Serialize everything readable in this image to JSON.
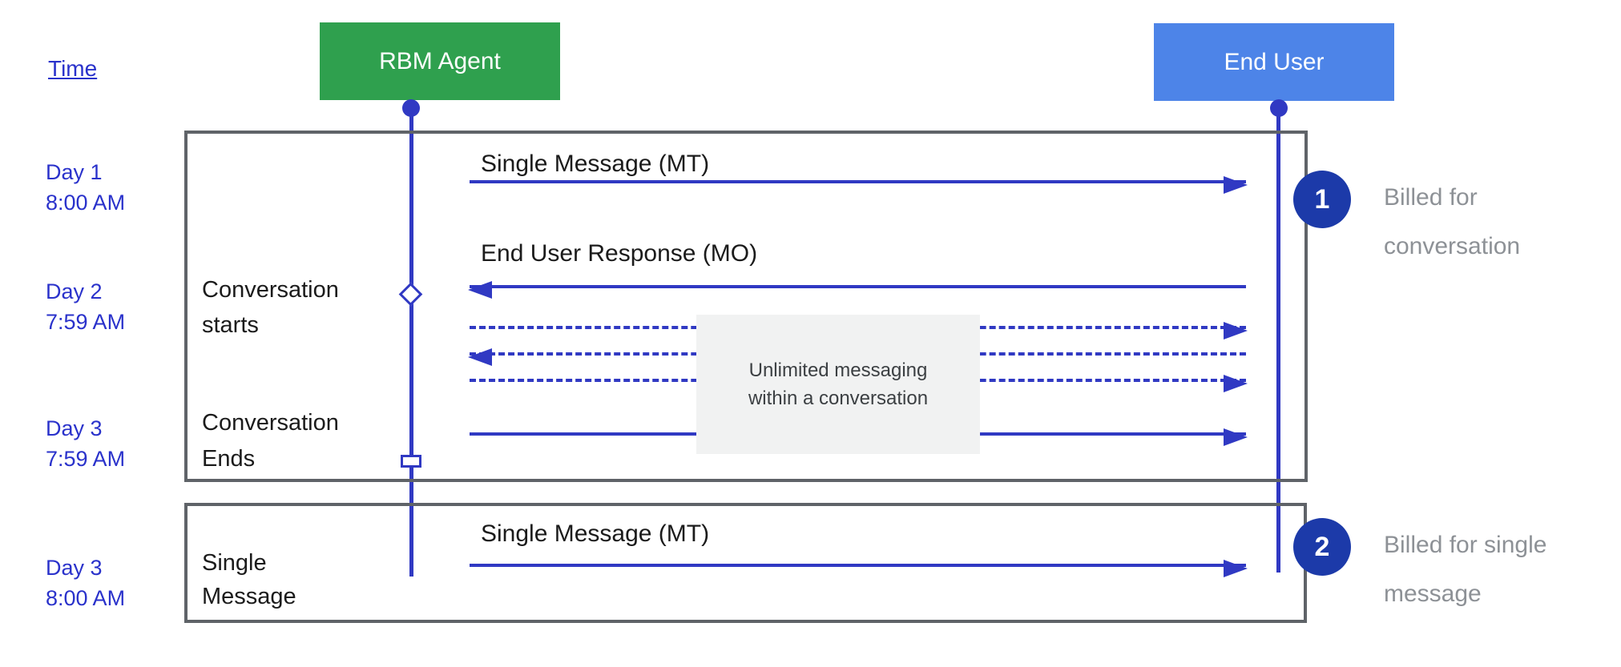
{
  "labels": {
    "time_axis": "Time"
  },
  "actors": {
    "rbm": {
      "label": "RBM Agent"
    },
    "end_user": {
      "label": "End User"
    }
  },
  "timestamps": [
    {
      "day": "Day 1",
      "time": "8:00 AM"
    },
    {
      "day": "Day 2",
      "time": "7:59 AM"
    },
    {
      "day": "Day 3",
      "time": "7:59 AM"
    },
    {
      "day": "Day 3",
      "time": "8:00 AM"
    }
  ],
  "conversation_box": {
    "messages": [
      {
        "label": "Single Message (MT)",
        "direction": "right",
        "style": "solid"
      },
      {
        "label": "End User Response (MO)",
        "direction": "left",
        "style": "solid"
      },
      {
        "label": "",
        "direction": "right",
        "style": "dashed"
      },
      {
        "label": "",
        "direction": "left",
        "style": "dashed"
      },
      {
        "label": "",
        "direction": "right",
        "style": "dashed"
      },
      {
        "label": "",
        "direction": "right",
        "style": "solid"
      }
    ],
    "start_marker_label": {
      "line1": "Conversation",
      "line2": "starts"
    },
    "end_marker_label": {
      "line1": "Conversation",
      "line2": "Ends"
    },
    "note": {
      "line1": "Unlimited messaging",
      "line2": "within a conversation"
    }
  },
  "single_message_box": {
    "row_label": {
      "line1": "Single",
      "line2": "Message"
    },
    "message": {
      "label": "Single Message (MT)",
      "direction": "right",
      "style": "solid"
    }
  },
  "annotations": [
    {
      "badge": "1",
      "line1": "Billed for",
      "line2": "conversation"
    },
    {
      "badge": "2",
      "line1": "Billed for single",
      "line2": "message"
    }
  ],
  "colors": {
    "rbm_green": "#2FA04E",
    "end_user_blue": "#4D84E8",
    "line_blue": "#3039C3",
    "text_blue": "#2A32CB",
    "badge_blue": "#1C3AA9",
    "frame_gray": "#5F6368",
    "note_bg": "#F1F2F2",
    "caption_gray": "#8D9196"
  }
}
